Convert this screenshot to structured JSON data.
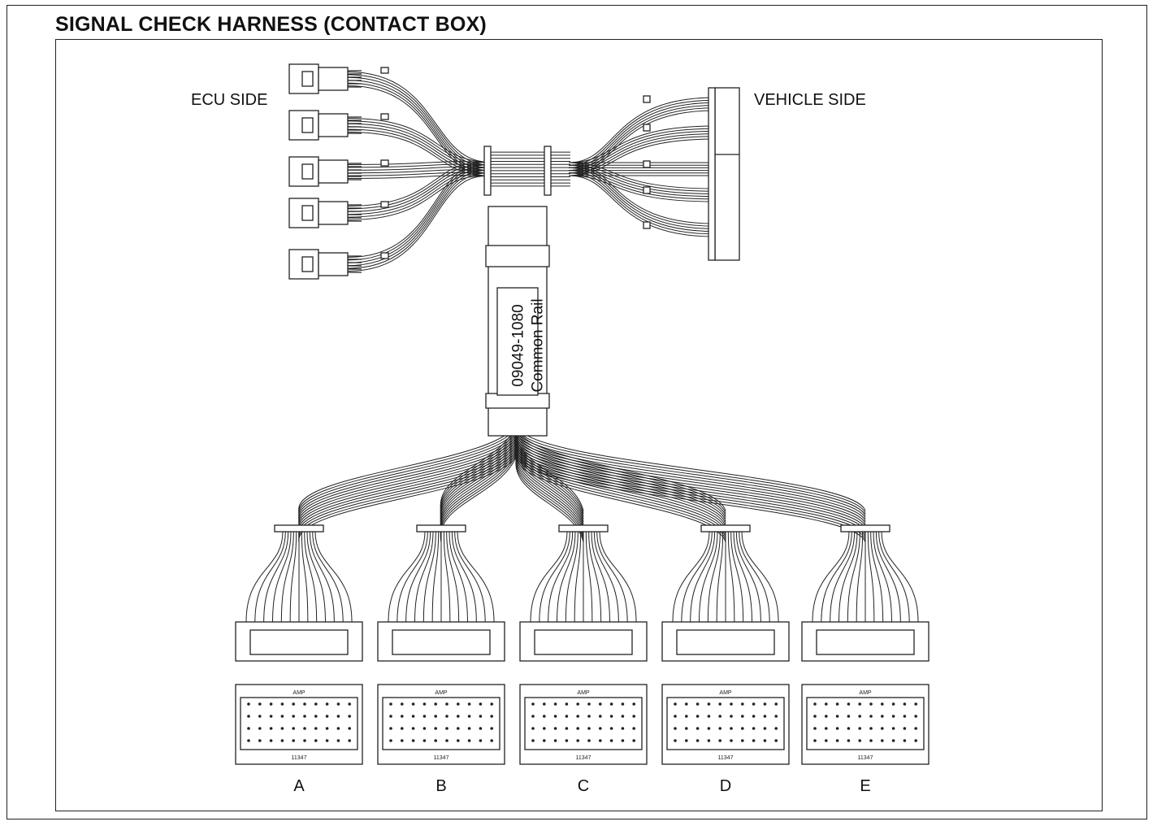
{
  "title": "SIGNAL CHECK HARNESS (CONTACT BOX)",
  "labels": {
    "ecu_side": "ECU SIDE",
    "vehicle_side": "VEHICLE SIDE"
  },
  "harness": {
    "part_number": "09049-1080",
    "name": "Common Rail"
  },
  "contact_boxes": [
    {
      "label": "A",
      "plate_top": "AMP",
      "plate_bottom": "11347"
    },
    {
      "label": "B",
      "plate_top": "AMP",
      "plate_bottom": "11347"
    },
    {
      "label": "C",
      "plate_top": "AMP",
      "plate_bottom": "11347"
    },
    {
      "label": "D",
      "plate_top": "AMP",
      "plate_bottom": "11347"
    },
    {
      "label": "E",
      "plate_top": "AMP",
      "plate_bottom": "11347"
    }
  ]
}
